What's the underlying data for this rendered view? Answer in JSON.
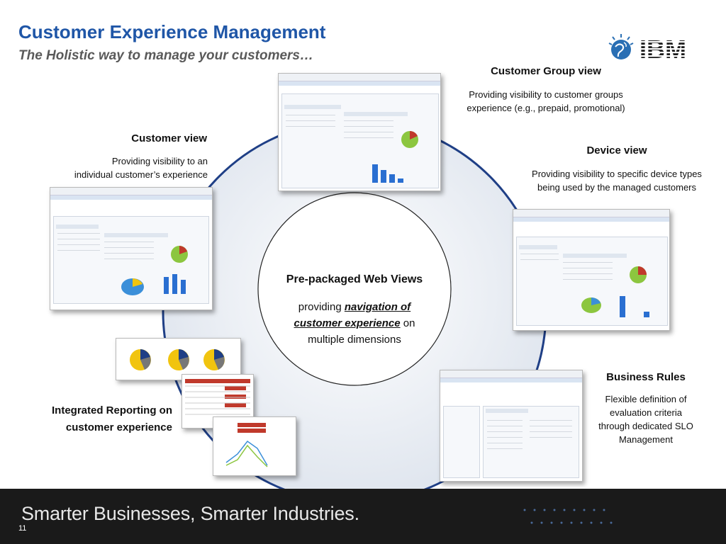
{
  "header": {
    "title": "Customer Experience Management",
    "subtitle": "The Holistic way to manage your customers…",
    "logo_text": "IBM"
  },
  "sections": {
    "customer_group": {
      "title": "Customer Group view",
      "body_line1": "Providing visibility to customer groups",
      "body_line2": "experience (e.g., prepaid, promotional)"
    },
    "customer": {
      "title": "Customer view",
      "body_line1": "Providing visibility to an",
      "body_line2": "individual customer’s experience"
    },
    "device": {
      "title": "Device view",
      "body_line1": "Providing visibility to specific device types",
      "body_line2": "being used by the managed customers"
    },
    "business_rules": {
      "title": "Business Rules",
      "body_line1": "Flexible definition of",
      "body_line2": "evaluation criteria",
      "body_line3": "through dedicated SLO",
      "body_line4": "Management"
    },
    "reporting": {
      "title_line1": "Integrated Reporting on",
      "title_line2": "customer experience"
    }
  },
  "center": {
    "title": "Pre-packaged Web Views",
    "text_before": "providing ",
    "emphasis_line1": "navigation of",
    "emphasis_line2": "customer experience",
    "text_after": " on",
    "text_line3": "multiple dimensions"
  },
  "footer": {
    "tagline": "Smarter Businesses, Smarter Industries.",
    "page_number": "11"
  },
  "colors": {
    "title": "#1f56a7",
    "subtitle": "#5a5a5a",
    "footer_bg": "#1a1a1a",
    "ring_blue": "#1f3f86",
    "ring_fill": "#e6ebf3"
  }
}
